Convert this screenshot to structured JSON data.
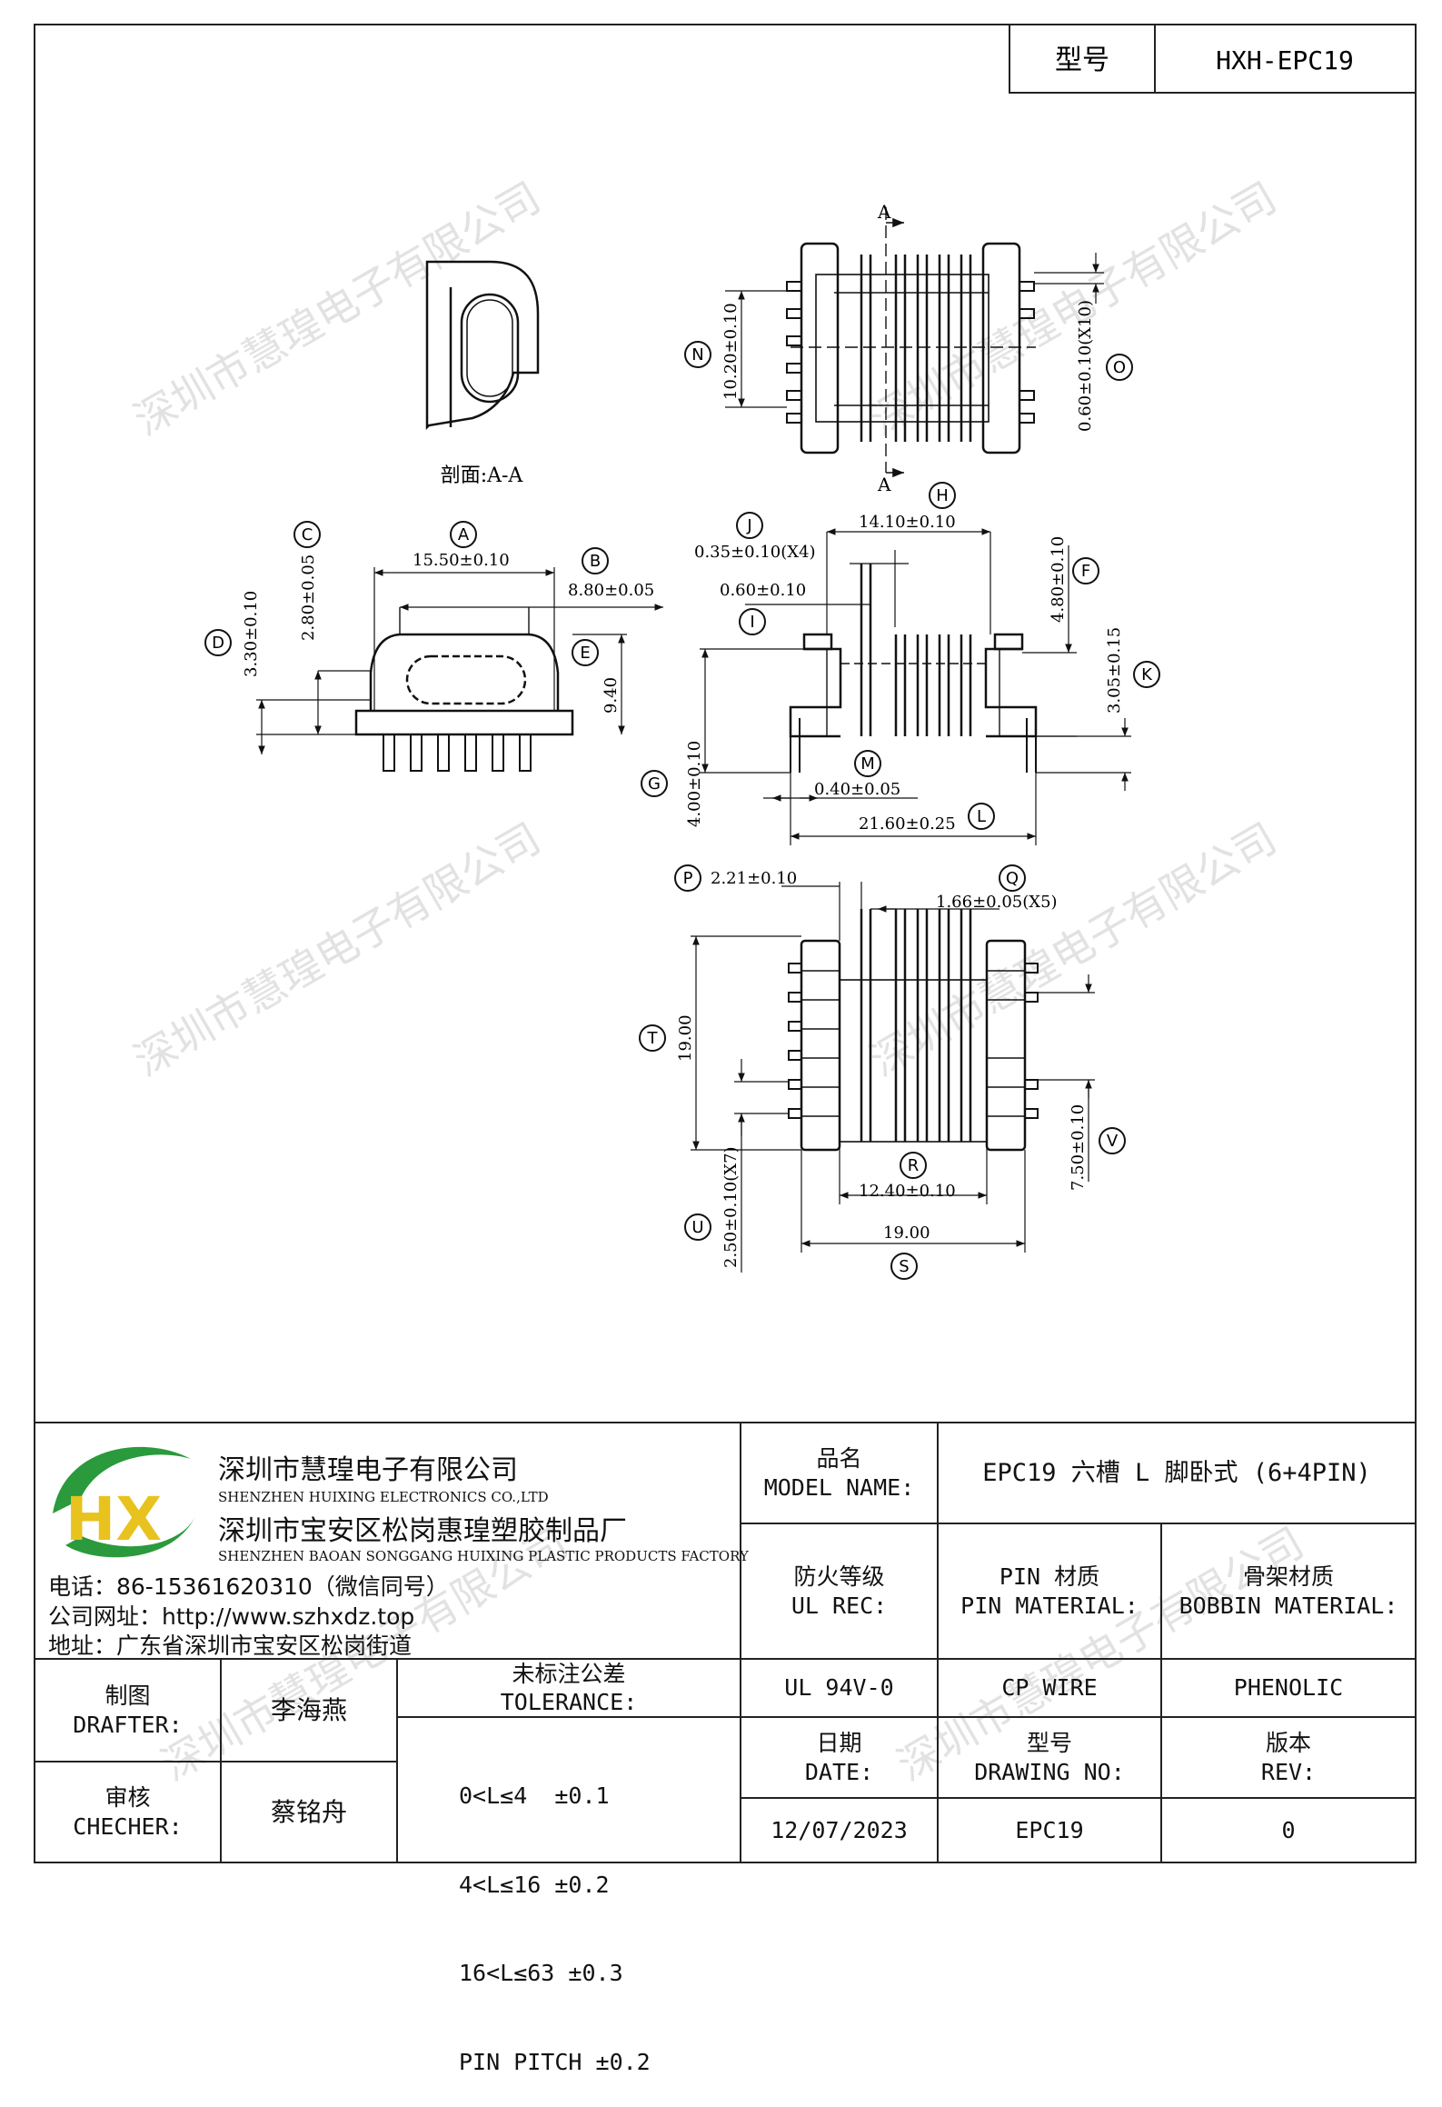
{
  "header": {
    "model_label": "型号",
    "model_value": "HXH-EPC19"
  },
  "section_label": "剖面:A-A",
  "callouts": [
    "A",
    "B",
    "C",
    "D",
    "E",
    "F",
    "G",
    "H",
    "I",
    "J",
    "K",
    "L",
    "M",
    "N",
    "O",
    "P",
    "Q",
    "R",
    "S",
    "T",
    "U",
    "V"
  ],
  "section_marks": [
    "A",
    "A"
  ],
  "dimensions": {
    "A": "15.50±0.10",
    "B": "8.80±0.05",
    "C": "2.80±0.05",
    "D": "3.30±0.10",
    "E": "9.40",
    "F": "4.80±0.10",
    "G": "4.00±0.10",
    "H": "14.10±0.10",
    "I": "0.60±0.10",
    "J": "0.35±0.10(X4)",
    "K": "3.05±0.15",
    "L": "21.60±0.25",
    "M": "0.40±0.05",
    "N": "10.20±0.10",
    "O": "0.60±0.10(X10)",
    "P": "2.21±0.10",
    "Q": "1.66±0.05(X5)",
    "R": "12.40±0.10",
    "S": "19.00",
    "T": "19.00",
    "U": "2.50±0.10(X7)",
    "V": "7.50±0.10"
  },
  "watermark": "深圳市慧瑝电子有限公司",
  "company": {
    "logo_text": "HX",
    "name_cn": "深圳市慧瑝电子有限公司",
    "name_en": "SHENZHEN HUIXING ELECTRONICS CO.,LTD",
    "factory_cn": "深圳市宝安区松岗惠瑝塑胶制品厂",
    "factory_en": "SHENZHEN BAOAN SONGGANG HUIXING PLASTIC PRODUCTS FACTORY",
    "phone": "电话：86-15361620310（微信同号）",
    "website": "公司网址：http://www.szhxdz.top",
    "address": "地址：广东省深圳市宝安区松岗街道"
  },
  "title_block": {
    "model_name_label_cn": "品名",
    "model_name_label_en": "MODEL NAME:",
    "model_name_value": "EPC19 六槽 L 脚卧式 (6+4PIN)",
    "ul_label_cn": "防火等级",
    "ul_label_en": "UL REC:",
    "ul_value": "UL 94V-0",
    "pin_label_cn": "PIN 材质",
    "pin_label_en": "PIN MATERIAL:",
    "pin_value": "CP WIRE",
    "bobbin_label_cn": "骨架材质",
    "bobbin_label_en": "BOBBIN MATERIAL:",
    "bobbin_value": "PHENOLIC",
    "drafter_label_cn": "制图",
    "drafter_label_en": "DRAFTER:",
    "drafter_value": "李海燕",
    "checker_label_cn": "审核",
    "checker_label_en": "CHECHER:",
    "checker_value": "蔡铭舟",
    "tolerance_label_cn": "未标注公差",
    "tolerance_label_en": "TOLERANCE:",
    "tolerance_lines": [
      "0<L≤4  ±0.1",
      "4<L≤16 ±0.2",
      "16<L≤63 ±0.3",
      "PIN PITCH ±0.2"
    ],
    "date_label_cn": "日期",
    "date_label_en": "DATE:",
    "date_value": "12/07/2023",
    "drawing_no_label_cn": "型号",
    "drawing_no_label_en": "DRAWING NO:",
    "drawing_no_value": "EPC19",
    "rev_label_cn": "版本",
    "rev_label_en": "REV:",
    "rev_value": "0"
  }
}
